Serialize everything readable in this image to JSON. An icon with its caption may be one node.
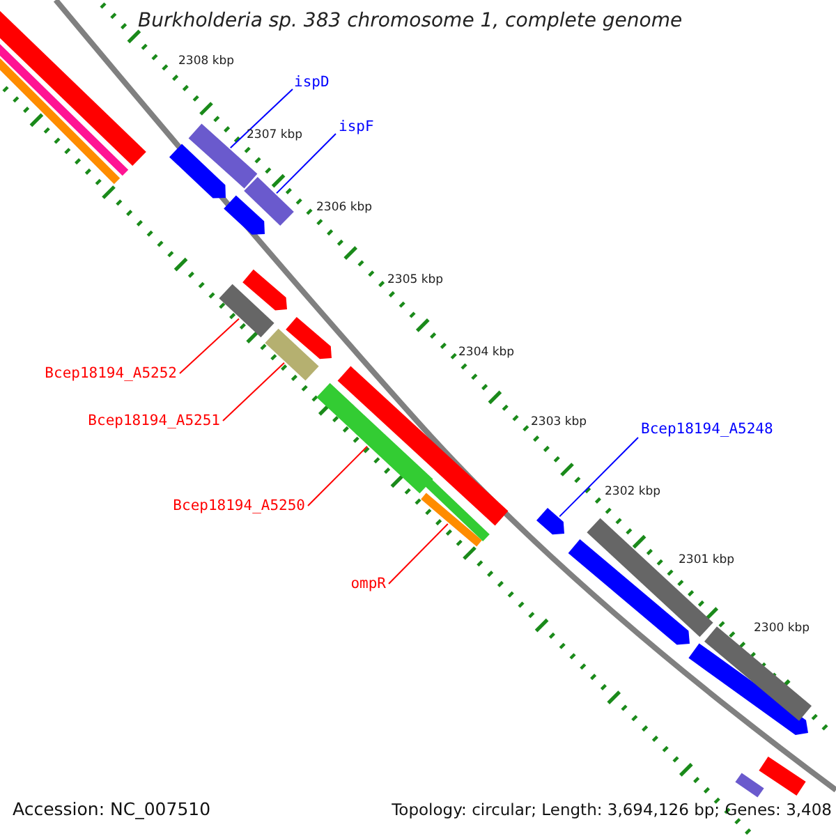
{
  "diagram": {
    "title": "Burkholderia sp. 383 chromosome 1, complete genome",
    "nodes": [
      {
        "text": [
          "ispD"
        ]
      },
      {
        "text": [
          "ispF"
        ]
      },
      {
        "text": [
          "Bcep18194_A5248"
        ]
      },
      {
        "text": [
          "Bcep18194_A5252"
        ]
      },
      {
        "text": [
          "Bcep18194_A5251"
        ]
      },
      {
        "text": [
          "Bcep18194_A5250"
        ]
      },
      {
        "text": [
          "ompR"
        ]
      },
      {
        "text": [],
        "shape": "bar"
      },
      {
        "text": [],
        "shape": "bar"
      },
      {
        "text": [],
        "shape": "arrow"
      },
      {
        "text": [],
        "shape": "bar"
      },
      {
        "text": [],
        "shape": "bar"
      },
      {
        "text": [],
        "shape": "bar"
      },
      {
        "text": [],
        "shape": "bar"
      },
      {
        "text": [],
        "shape": "bar"
      },
      {
        "text": [],
        "shape": "bar"
      },
      {
        "text": [],
        "shape": "bar"
      },
      {
        "text": [],
        "shape": "arrow"
      },
      {
        "text": [],
        "shape": "arrow"
      },
      {
        "text": [],
        "shape": "arrow"
      },
      {
        "text": [],
        "shape": "arrow"
      },
      {
        "text": [],
        "shape": "bar"
      },
      {
        "text": [],
        "shape": "bar"
      },
      {
        "text": [],
        "shape": "arrow"
      },
      {
        "text": [],
        "shape": "arrow"
      },
      {
        "text": [],
        "shape": "bar"
      },
      {
        "text": [],
        "shape": "bar"
      },
      {
        "text": [],
        "shape": "bar"
      },
      {
        "text": [],
        "shape": "bar"
      }
    ],
    "edges": [
      {
        "from": 0,
        "to": 7,
        "arrow": "none",
        "color": "#0000ff"
      },
      {
        "from": 1,
        "to": 8,
        "arrow": "none",
        "color": "#0000ff"
      },
      {
        "from": 2,
        "to": 9,
        "arrow": "none",
        "color": "#0000ff"
      },
      {
        "from": 3,
        "to": 10,
        "arrow": "none"
      },
      {
        "from": 4,
        "to": 11,
        "arrow": "none"
      },
      {
        "from": 5,
        "to": 12,
        "arrow": "none"
      },
      {
        "from": 6,
        "to": 13,
        "arrow": "none"
      }
    ],
    "labels": [
      "2308 kbp",
      "2307 kbp",
      "2306 kbp",
      "2305 kbp",
      "2304 kbp",
      "2303 kbp",
      "2302 kbp",
      "2301 kbp",
      "2300 kbp",
      "Accession: NC_007510",
      "Topology: circular; Length: 3,694,126 bp; Genes: 3,408"
    ]
  }
}
